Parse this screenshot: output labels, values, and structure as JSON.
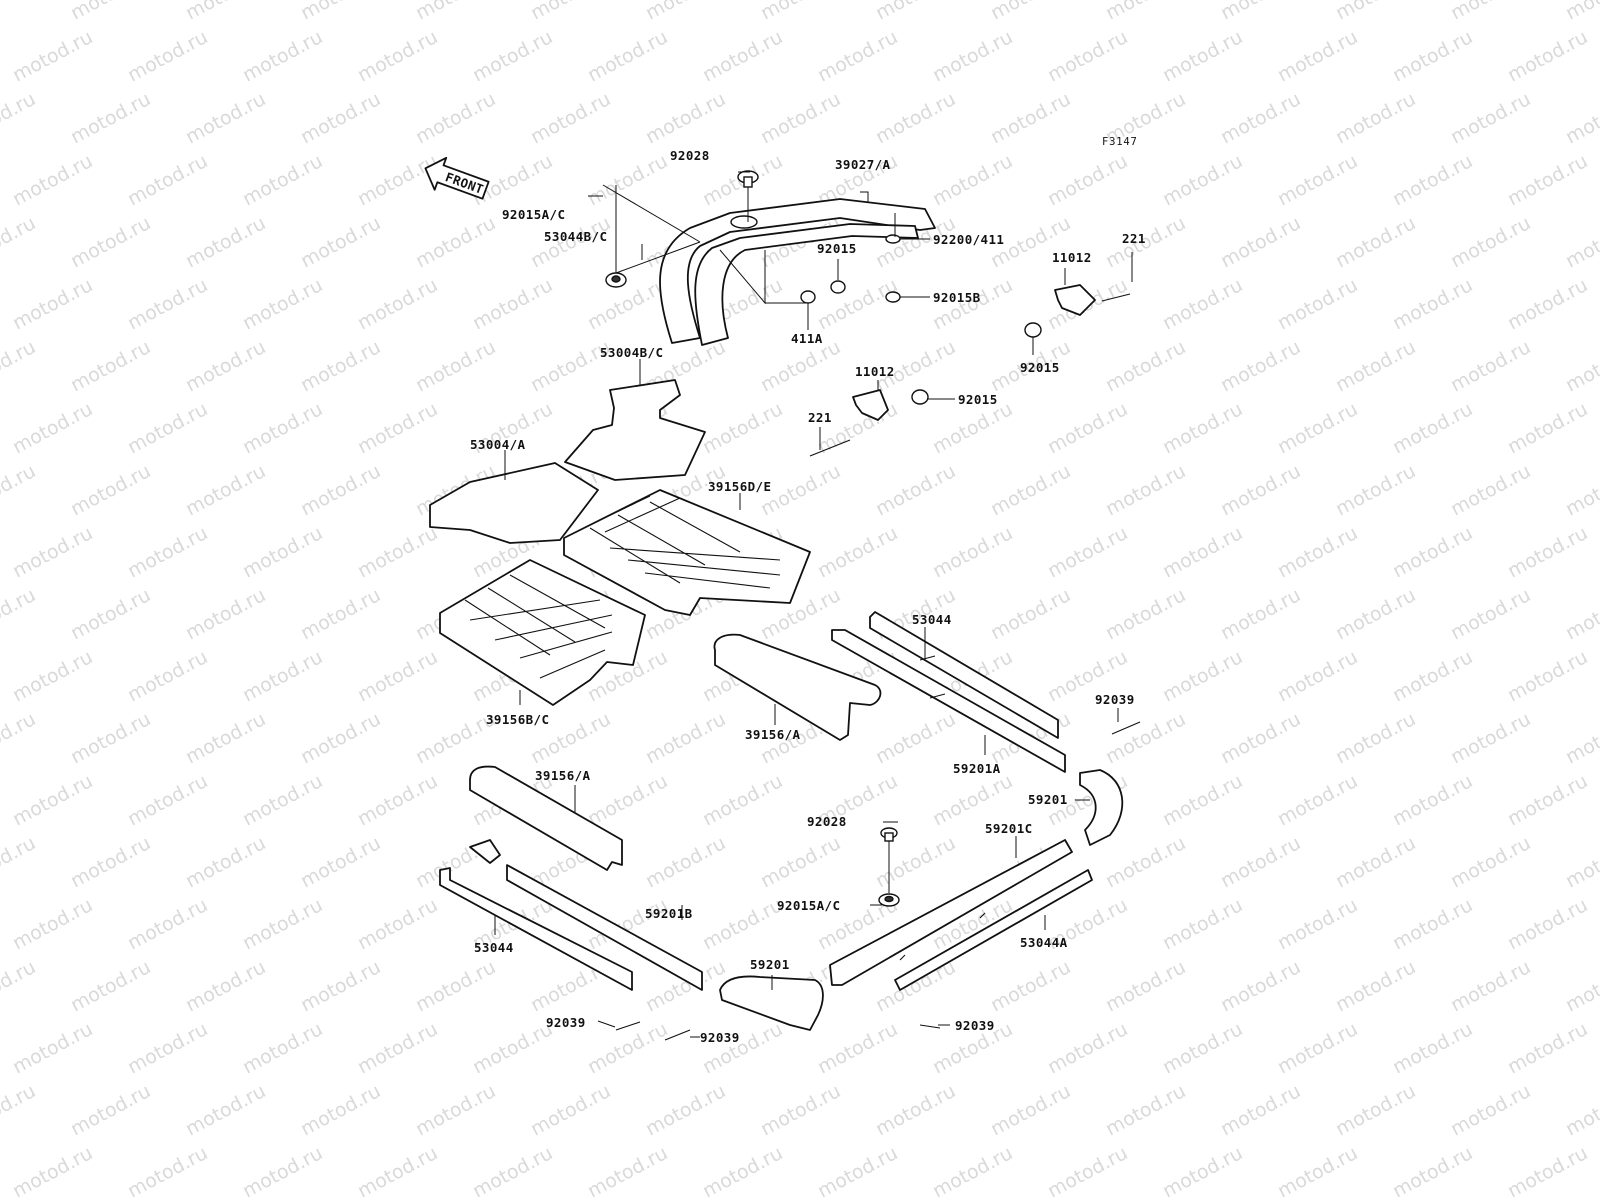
{
  "diagram": {
    "ref_code": "F3147",
    "watermark_text": "motod.ru",
    "front_arrow_text": "FRONT",
    "labels": [
      "92028",
      "39027/A",
      "92015A/C",
      "53044B/C",
      "92015",
      "92200/411",
      "92015B",
      "411A",
      "221",
      "11012",
      "92015",
      "53004B/C",
      "11012",
      "92015",
      "221",
      "53004/A",
      "39156D/E",
      "53044",
      "92039",
      "39156B/C",
      "39156/A",
      "59201A",
      "59201",
      "39156/A",
      "92028",
      "59201C",
      "59201B",
      "92015A/C",
      "53044",
      "53044A",
      "59201",
      "92039",
      "92039",
      "92039"
    ]
  }
}
